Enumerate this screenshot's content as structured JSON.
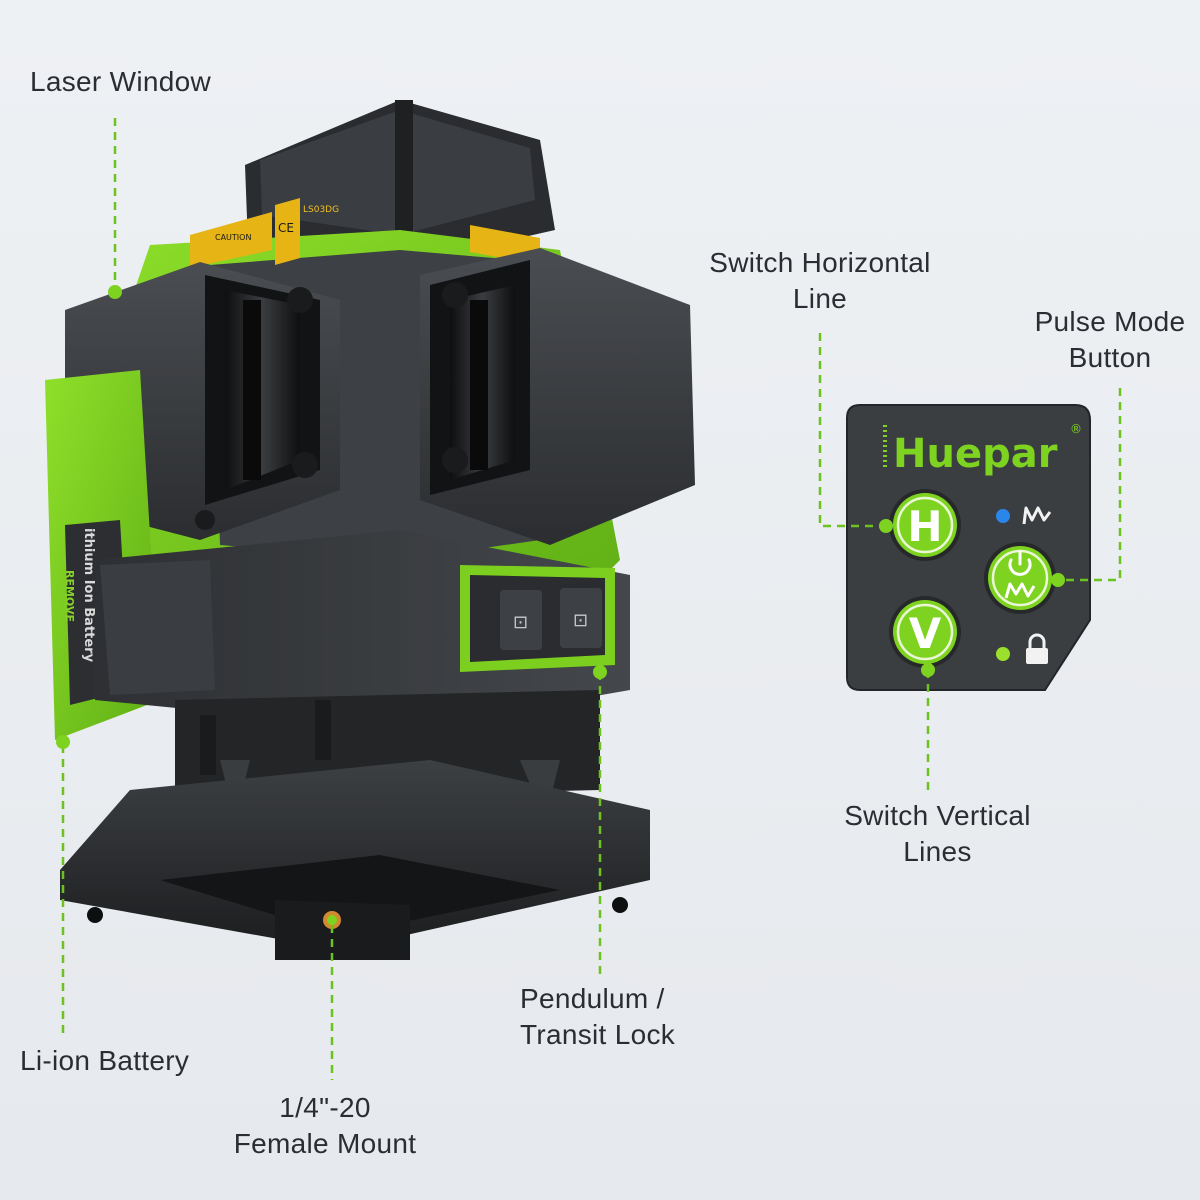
{
  "callouts": {
    "laser_window": "Laser Window",
    "switch_horizontal_line_1": "Switch Horizontal",
    "switch_horizontal_line_2": "Line",
    "pulse_mode_button_1": "Pulse Mode",
    "pulse_mode_button_2": "Button",
    "switch_vertical_lines_1": "Switch Vertical",
    "switch_vertical_lines_2": "Lines",
    "pendulum_lock_1": "Pendulum /",
    "pendulum_lock_2": "Transit Lock",
    "li_ion_battery": "Li-ion Battery",
    "mount_1": "1/4\"-20",
    "mount_2": "Female Mount"
  },
  "panel": {
    "brand": "Huepar",
    "registered": "®",
    "h_button": "H",
    "v_button": "V"
  },
  "device": {
    "caution_label": "CAUTION",
    "model_label": "LS03DG",
    "battery_text": "ithium Ion Battery",
    "battery_remove": "REMOVE",
    "ce_mark": "CE"
  },
  "colors": {
    "accent_green": "#7ed321",
    "body_green": "#7ccf1f",
    "housing": "#3a3d40",
    "housing_dark": "#1f2123",
    "panel": "#3b3e41",
    "leader_line": "#6cc21f",
    "led_blue": "#2a86e8",
    "led_green": "#9be02d"
  }
}
